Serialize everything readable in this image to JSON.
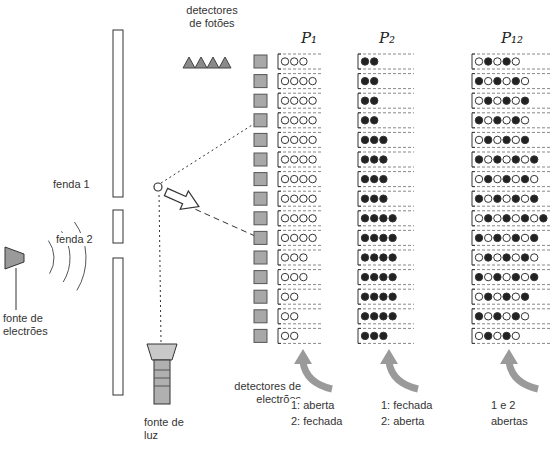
{
  "diagram": {
    "labels": [
      "detectores de fotões",
      "fenda 1",
      "fenda 2",
      "fonte de electrões",
      "fonte de luz",
      "detectores de electrões",
      "P₁",
      "P₂",
      "P₁₂",
      "1: aberta",
      "2: fechada",
      "1: fechada",
      "2: aberta",
      "1 e 2",
      "abertas"
    ]
  }
}
